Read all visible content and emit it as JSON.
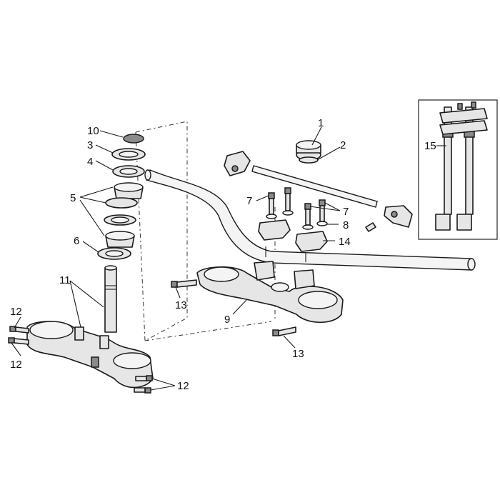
{
  "diagram": {
    "callouts": [
      {
        "id": "c1",
        "text": "1"
      },
      {
        "id": "c2",
        "text": "2"
      },
      {
        "id": "c3",
        "text": "3"
      },
      {
        "id": "c4",
        "text": "4"
      },
      {
        "id": "c5",
        "text": "5"
      },
      {
        "id": "c6",
        "text": "6"
      },
      {
        "id": "c7a",
        "text": "7"
      },
      {
        "id": "c7b",
        "text": "7"
      },
      {
        "id": "c8",
        "text": "8"
      },
      {
        "id": "c9",
        "text": "9"
      },
      {
        "id": "c10",
        "text": "10"
      },
      {
        "id": "c11",
        "text": "11"
      },
      {
        "id": "c12a",
        "text": "12"
      },
      {
        "id": "c12b",
        "text": "12"
      },
      {
        "id": "c12c",
        "text": "12"
      },
      {
        "id": "c13a",
        "text": "13"
      },
      {
        "id": "c13b",
        "text": "13"
      },
      {
        "id": "c14",
        "text": "14"
      },
      {
        "id": "c15",
        "text": "15"
      }
    ]
  },
  "colors": {
    "line": "#1a1a1a",
    "part_fill": "#e6e6e6",
    "dark_fill": "#8a8a8a",
    "background": "#ffffff"
  }
}
